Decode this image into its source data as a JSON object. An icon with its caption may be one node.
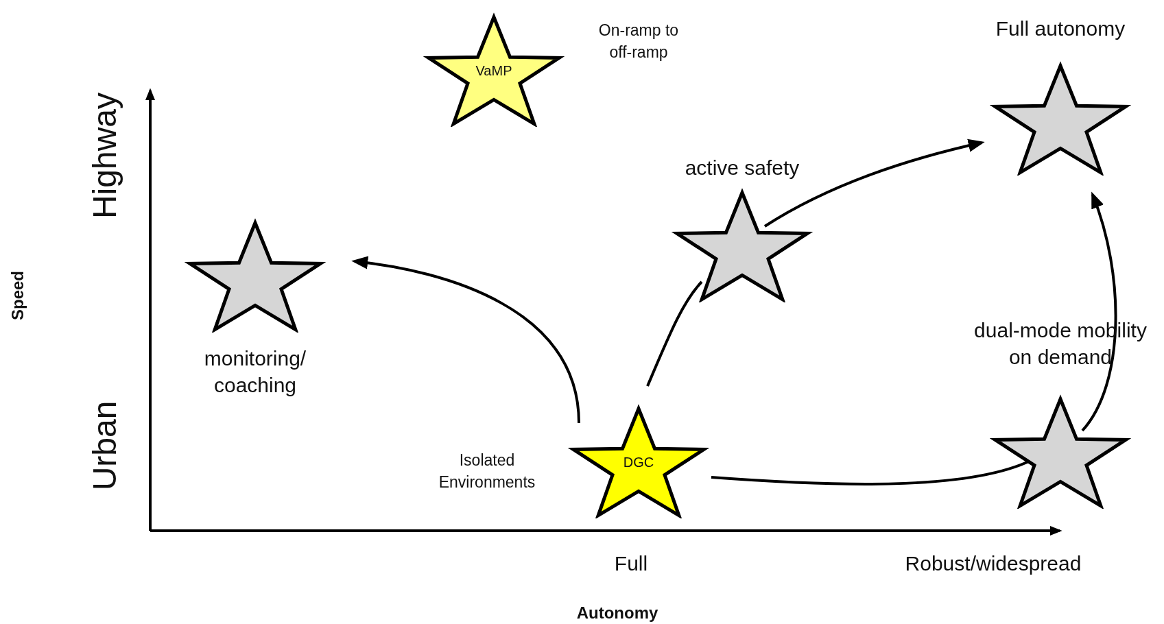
{
  "diagram": {
    "nodes": [
      {
        "text": [
          "VaMP"
        ],
        "beside": [
          "On-ramp to off-ramp"
        ]
      },
      {
        "text": [
          "Full autonomy"
        ]
      },
      {
        "text": [
          "active safety"
        ]
      },
      {
        "text": [
          "monitoring/ coaching"
        ]
      },
      {
        "text": [
          "dual-mode mobility on demand"
        ]
      },
      {
        "text": [
          "DGC"
        ],
        "beside": [
          "Isolated Environments"
        ]
      }
    ],
    "edges": [
      {
        "from": 5,
        "to": 3,
        "arrow": "to"
      },
      {
        "from": 5,
        "to": 2,
        "arrow": "none"
      },
      {
        "from": 2,
        "to": 1,
        "arrow": "to"
      },
      {
        "from": 5,
        "to": 4,
        "arrow": "none"
      },
      {
        "from": 4,
        "to": 1,
        "arrow": "to"
      }
    ],
    "labels": [
      "Highway",
      "Speed",
      "Urban",
      "Full",
      "Robust/widespread",
      "Autonomy"
    ]
  }
}
